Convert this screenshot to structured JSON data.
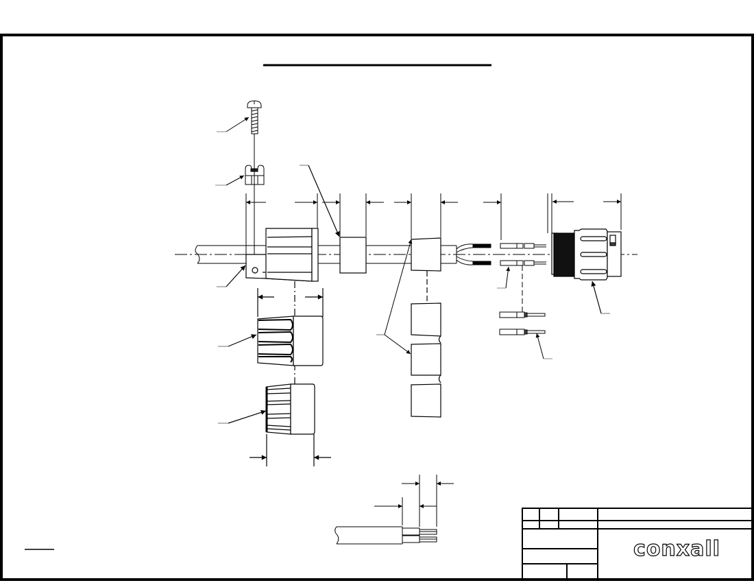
{
  "drawing": {
    "title": "",
    "title_underline": true,
    "note_label": "",
    "parts": [
      {
        "id": "screw",
        "label": ""
      },
      {
        "id": "cable-clamp",
        "label": ""
      },
      {
        "id": "cable-gland-body",
        "label": ""
      },
      {
        "id": "sealing-grommet",
        "label": ""
      },
      {
        "id": "compression-insert",
        "label": ""
      },
      {
        "id": "cap-nut-short",
        "label": ""
      },
      {
        "id": "cap-nut-long",
        "label": ""
      },
      {
        "id": "crimp-contacts-female",
        "label": ""
      },
      {
        "id": "crimp-contacts-male",
        "label": ""
      },
      {
        "id": "connector-housing",
        "label": ""
      },
      {
        "id": "cable-stripping-detail",
        "label": ""
      }
    ],
    "colors": {
      "line": "#000000",
      "paper": "#ffffff",
      "leader": "#000000"
    }
  },
  "title_block": {
    "brand": "conxall",
    "revision_headers": [
      "",
      "",
      "",
      ""
    ],
    "revision_row": [
      "",
      "",
      "",
      ""
    ],
    "drawing_title": "",
    "drawing_number": "",
    "drawn_by": "",
    "checked_by": "",
    "scale": "",
    "sheet": ""
  }
}
